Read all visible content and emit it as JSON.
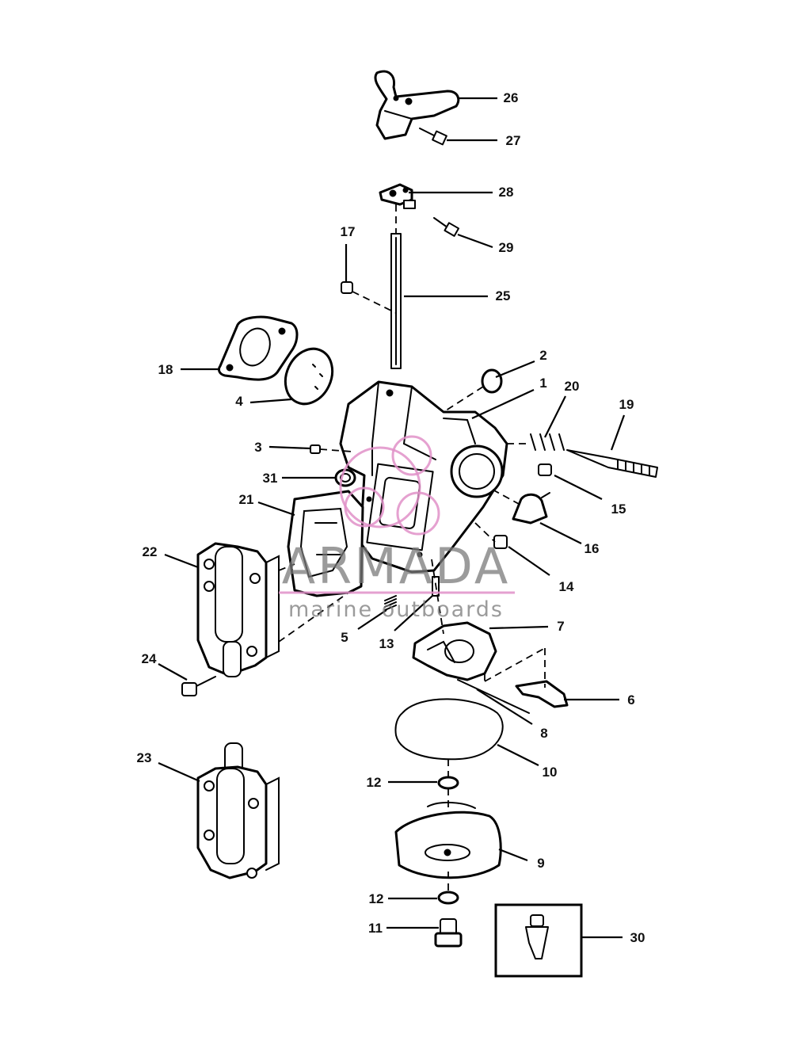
{
  "diagram": {
    "callouts": [
      {
        "id": "26",
        "text": "26"
      },
      {
        "id": "27",
        "text": "27"
      },
      {
        "id": "28",
        "text": "28"
      },
      {
        "id": "29",
        "text": "29"
      },
      {
        "id": "17",
        "text": "17"
      },
      {
        "id": "25",
        "text": "25"
      },
      {
        "id": "18",
        "text": "18"
      },
      {
        "id": "2",
        "text": "2"
      },
      {
        "id": "1",
        "text": "1"
      },
      {
        "id": "20",
        "text": "20"
      },
      {
        "id": "19",
        "text": "19"
      },
      {
        "id": "4",
        "text": "4"
      },
      {
        "id": "3",
        "text": "3"
      },
      {
        "id": "15",
        "text": "15"
      },
      {
        "id": "31",
        "text": "31"
      },
      {
        "id": "21",
        "text": "21"
      },
      {
        "id": "16",
        "text": "16"
      },
      {
        "id": "22",
        "text": "22"
      },
      {
        "id": "14",
        "text": "14"
      },
      {
        "id": "5",
        "text": "5"
      },
      {
        "id": "13",
        "text": "13"
      },
      {
        "id": "7",
        "text": "7"
      },
      {
        "id": "24",
        "text": "24"
      },
      {
        "id": "6",
        "text": "6"
      },
      {
        "id": "8",
        "text": "8"
      },
      {
        "id": "23",
        "text": "23"
      },
      {
        "id": "10",
        "text": "10"
      },
      {
        "id": "12a",
        "text": "12"
      },
      {
        "id": "9",
        "text": "9"
      },
      {
        "id": "12b",
        "text": "12"
      },
      {
        "id": "11",
        "text": "11"
      },
      {
        "id": "30",
        "text": "30"
      }
    ]
  },
  "watermark": {
    "brand": "ARMADA",
    "tagline": "marine outboards",
    "color": "#7a7a7a",
    "logo_color": "#e090c8"
  }
}
